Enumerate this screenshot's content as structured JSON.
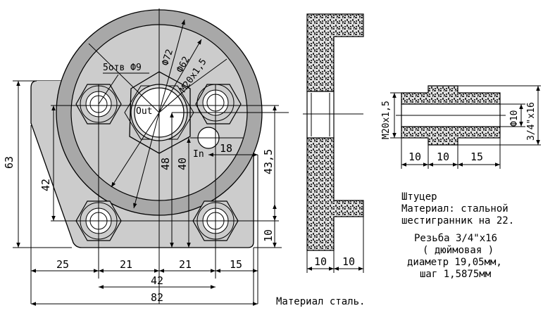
{
  "colors": {
    "background": "#ffffff",
    "line": "#000000",
    "body_fill": "#cccccc",
    "ring_fill": "#a8a8a8",
    "hatch_dark": "#333333",
    "hatch_light": "#e0e0e0"
  },
  "front_view": {
    "holes_label": "5отв Ф9",
    "dia_72": "Ф72",
    "dia_62": "Ф62",
    "thread": "М20x1,5",
    "out_label": "Out",
    "in_label": "In",
    "dim_18": "18",
    "dim_63": "63",
    "dim_42_vertical": "42",
    "dim_48": "48",
    "dim_40": "40",
    "dim_43_5": "43,5",
    "dim_10": "10",
    "bottom_dims": [
      "25",
      "21",
      "21",
      "15"
    ],
    "dim_42_horizontal": "42",
    "dim_82": "82"
  },
  "side_view": {
    "dims": [
      "10",
      "10"
    ]
  },
  "fitting_view": {
    "thread_left": "М20x1,5",
    "dia_10": "Ф10",
    "thread_right": "3/4\"x16",
    "dims": [
      "10",
      "10",
      "15"
    ]
  },
  "notes": {
    "fitting_lines": [
      "Штуцер",
      "Материал: стальной",
      "шестигранник на 22."
    ],
    "thread_lines": [
      "Резьба 3/4\"x16",
      "( дюймовая )",
      "диаметр 19,05мм,",
      "шаг 1,5875мм"
    ],
    "material": "Материал сталь."
  }
}
